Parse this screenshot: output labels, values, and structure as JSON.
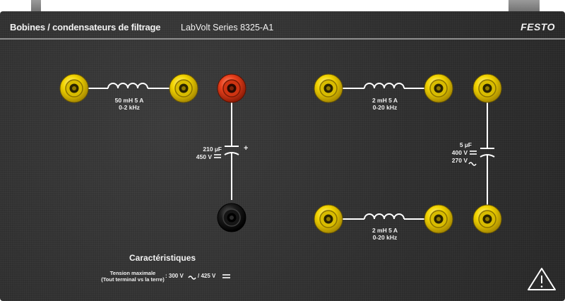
{
  "header": {
    "module_title": "Bobines / condensateurs de filtrage",
    "series": "LabVolt Series 8325-A1",
    "brand": "FESTO"
  },
  "components": {
    "inductor_1": {
      "line1": "50 mH   5 A",
      "line2": "0-2 kHz"
    },
    "inductor_2": {
      "line1": "2 mH   5 A",
      "line2": "0-20 kHz"
    },
    "inductor_3": {
      "line1": "2 mH   5 A",
      "line2": "0-20 kHz"
    },
    "capacitor_1": {
      "line1": "210 µF",
      "line2": "450 V",
      "polarity": "+"
    },
    "capacitor_2": {
      "line1": "5 µF",
      "line2": "400 V",
      "line3": "270 V"
    }
  },
  "specs": {
    "title": "Caractéristiques",
    "line1": "Tension maximale",
    "line2": "(Tout terminal vs la terre)",
    "value_ac": ": 300 V",
    "separator": "/ 425 V"
  },
  "colors": {
    "panel": "#2e2e2e",
    "terminal_yellow": "#f2d400",
    "terminal_red": "#e8401c",
    "terminal_black": "#111111",
    "trace": "#ffffff"
  },
  "icons": {
    "warning": "warning-triangle-icon",
    "ac": "tilde-ac-icon",
    "dc": "double-line-dc-icon"
  }
}
